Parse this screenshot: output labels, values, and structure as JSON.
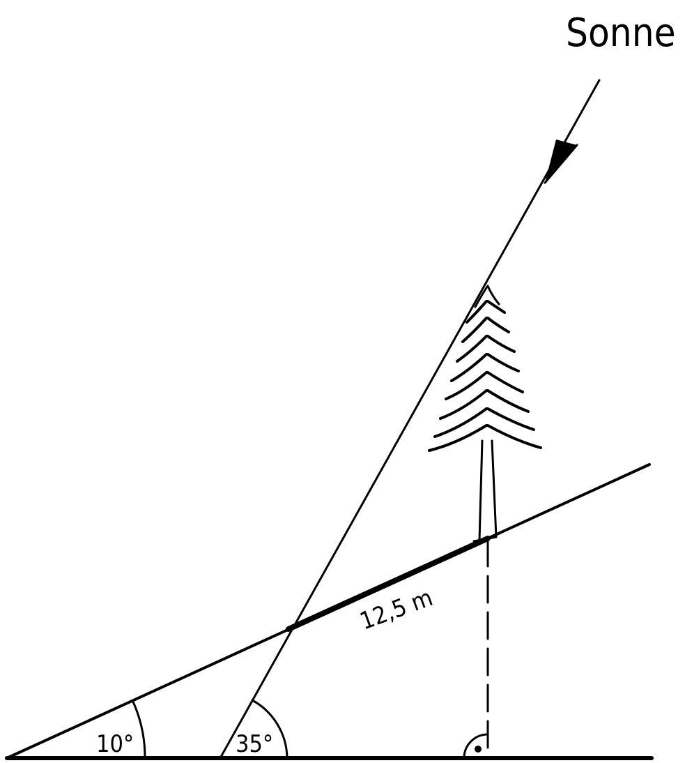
{
  "labels": {
    "sun": "Sonne",
    "length": "12,5 m",
    "angle_slope": "10°",
    "angle_sun": "35°"
  },
  "colors": {
    "ink": "#000000",
    "background": "#ffffff"
  },
  "icons": {
    "tree": "tree-icon",
    "arrow": "arrow-icon",
    "right_angle": "right-angle-marker"
  }
}
